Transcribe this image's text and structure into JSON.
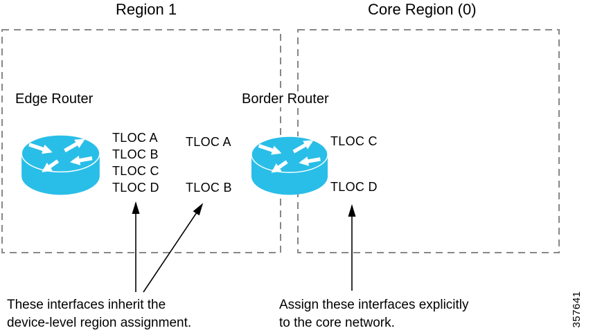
{
  "figure": {
    "regions": {
      "region1": {
        "title": "Region 1"
      },
      "core": {
        "title": "Core Region (0)"
      }
    },
    "edge_router": {
      "label": "Edge Router",
      "tlocs": [
        "TLOC A",
        "TLOC B",
        "TLOC C",
        "TLOC D"
      ]
    },
    "inherited_tlocs": [
      "TLOC A",
      "TLOC B"
    ],
    "border_router": {
      "label": "Border Router",
      "core_tlocs": [
        "TLOC C",
        "TLOC D"
      ]
    },
    "captions": {
      "inherit_line1": "These interfaces inherit the",
      "inherit_line2": "device-level region assignment.",
      "assign_line1": "Assign these interfaces explicitly",
      "assign_line2": "to the core network."
    },
    "figure_number": "357641",
    "colors": {
      "router_fill": "#29BEE8",
      "dash_border": "#878787",
      "text": "#000000"
    }
  }
}
